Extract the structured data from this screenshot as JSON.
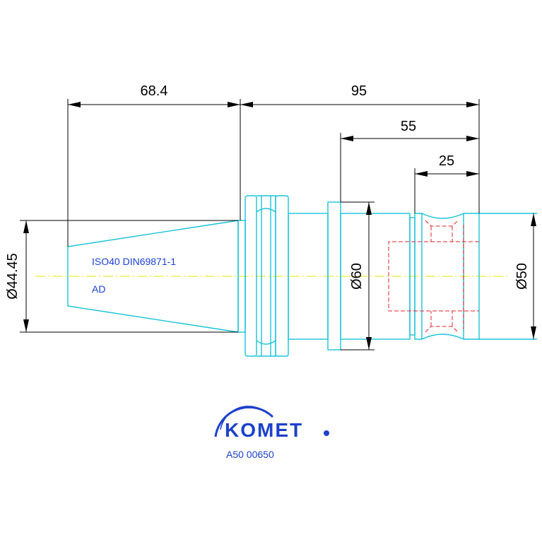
{
  "colors": {
    "outline": "#19c3d9",
    "hidden": "#e0232b",
    "centerline": "#e6e600",
    "dimension": "#000000",
    "text_blue": "#1b3fd1",
    "logo_blue": "#1d41c9"
  },
  "dimensions": {
    "taper_length": "68.4",
    "overall_length": "95",
    "length_55": "55",
    "length_25": "25",
    "dia_44_45": "Ø44.45",
    "dia_60": "Ø60",
    "dia_50": "Ø50"
  },
  "labels": {
    "taper_spec": "ISO40 DIN69871-1",
    "type": "AD"
  },
  "logo": {
    "brand": "KOMET",
    "part_number": "A50 00650"
  }
}
